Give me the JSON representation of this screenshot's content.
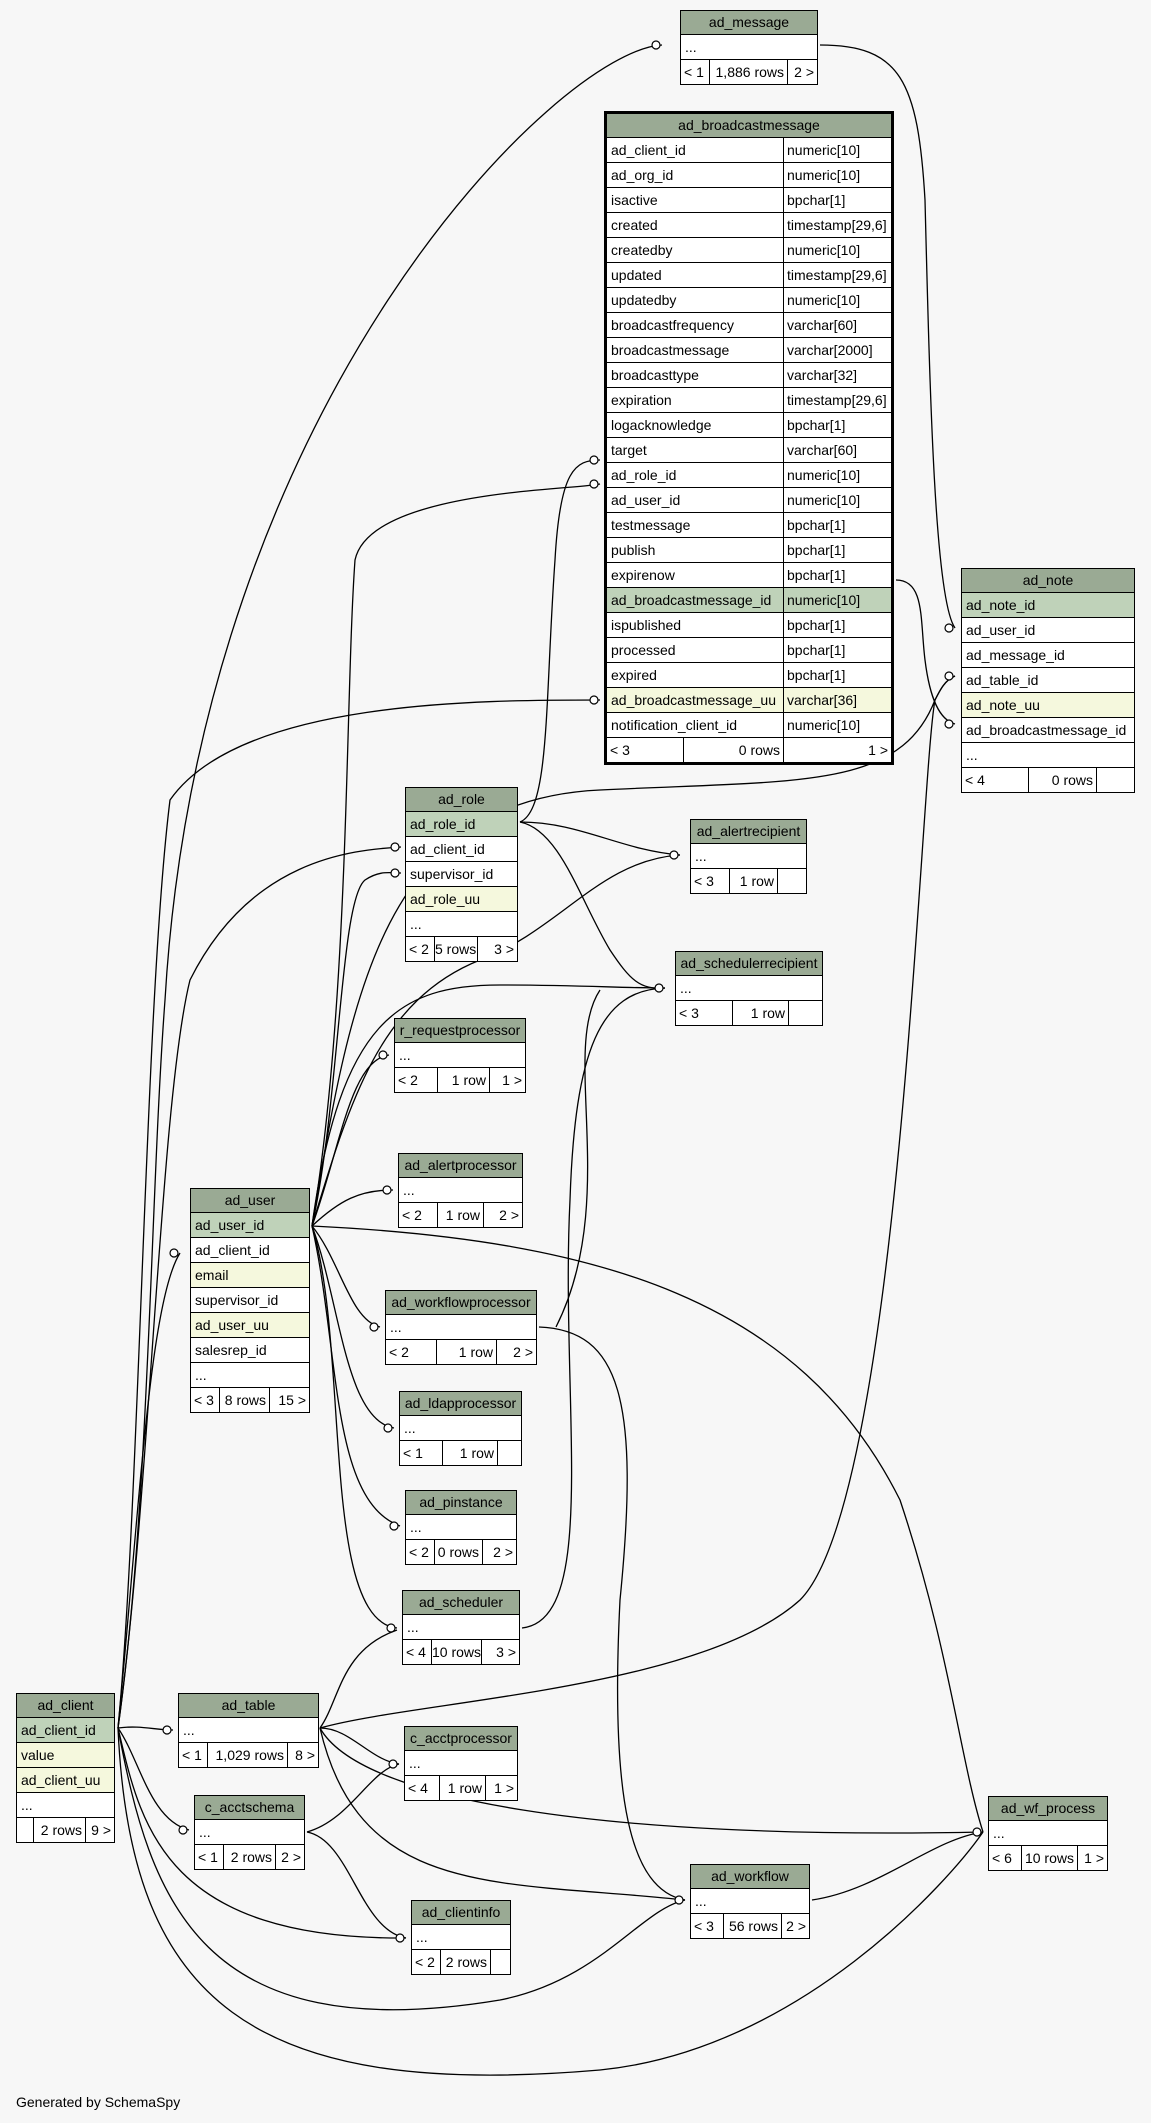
{
  "footer": "Generated by SchemaSpy",
  "colors": {
    "header": "#9aaa94",
    "primary_key": "#bfd2b9",
    "unique": "#f5f8dd",
    "background": "#f7f7f7"
  },
  "tables": {
    "ad_message": {
      "name": "ad_message",
      "rows": [
        {
          "col": "..."
        }
      ],
      "footer": [
        "< 1",
        "1,886 rows",
        "2 >"
      ]
    },
    "ad_broadcastmessage": {
      "name": "ad_broadcastmessage",
      "rows": [
        {
          "col": "ad_client_id",
          "type": "numeric[10]"
        },
        {
          "col": "ad_org_id",
          "type": "numeric[10]"
        },
        {
          "col": "isactive",
          "type": "bpchar[1]"
        },
        {
          "col": "created",
          "type": "timestamp[29,6]"
        },
        {
          "col": "createdby",
          "type": "numeric[10]"
        },
        {
          "col": "updated",
          "type": "timestamp[29,6]"
        },
        {
          "col": "updatedby",
          "type": "numeric[10]"
        },
        {
          "col": "broadcastfrequency",
          "type": "varchar[60]"
        },
        {
          "col": "broadcastmessage",
          "type": "varchar[2000]"
        },
        {
          "col": "broadcasttype",
          "type": "varchar[32]"
        },
        {
          "col": "expiration",
          "type": "timestamp[29,6]"
        },
        {
          "col": "logacknowledge",
          "type": "bpchar[1]"
        },
        {
          "col": "target",
          "type": "varchar[60]"
        },
        {
          "col": "ad_role_id",
          "type": "numeric[10]"
        },
        {
          "col": "ad_user_id",
          "type": "numeric[10]"
        },
        {
          "col": "testmessage",
          "type": "bpchar[1]"
        },
        {
          "col": "publish",
          "type": "bpchar[1]"
        },
        {
          "col": "expirenow",
          "type": "bpchar[1]"
        },
        {
          "col": "ad_broadcastmessage_id",
          "type": "numeric[10]"
        },
        {
          "col": "ispublished",
          "type": "bpchar[1]"
        },
        {
          "col": "processed",
          "type": "bpchar[1]"
        },
        {
          "col": "expired",
          "type": "bpchar[1]"
        },
        {
          "col": "ad_broadcastmessage_uu",
          "type": "varchar[36]"
        },
        {
          "col": "notification_client_id",
          "type": "numeric[10]"
        }
      ],
      "footer": [
        "< 3",
        "0 rows",
        "1 >"
      ]
    },
    "ad_note": {
      "name": "ad_note",
      "rows": [
        {
          "col": "ad_note_id"
        },
        {
          "col": "ad_user_id"
        },
        {
          "col": "ad_message_id"
        },
        {
          "col": "ad_table_id"
        },
        {
          "col": "ad_note_uu"
        },
        {
          "col": "ad_broadcastmessage_id"
        },
        {
          "col": "..."
        }
      ],
      "footer": [
        "< 4",
        "0 rows",
        ""
      ]
    },
    "ad_role": {
      "name": "ad_role",
      "rows": [
        {
          "col": "ad_role_id"
        },
        {
          "col": "ad_client_id"
        },
        {
          "col": "supervisor_id"
        },
        {
          "col": "ad_role_uu"
        },
        {
          "col": "..."
        }
      ],
      "footer": [
        "< 2",
        "5 rows",
        "3 >"
      ]
    },
    "ad_alertrecipient": {
      "name": "ad_alertrecipient",
      "rows": [
        {
          "col": "..."
        }
      ],
      "footer": [
        "< 3",
        "1 row",
        ""
      ]
    },
    "ad_schedulerrecipient": {
      "name": "ad_schedulerrecipient",
      "rows": [
        {
          "col": "..."
        }
      ],
      "footer": [
        "< 3",
        "1 row",
        ""
      ]
    },
    "r_requestprocessor": {
      "name": "r_requestprocessor",
      "rows": [
        {
          "col": "..."
        }
      ],
      "footer": [
        "< 2",
        "1 row",
        "1 >"
      ]
    },
    "ad_alertprocessor": {
      "name": "ad_alertprocessor",
      "rows": [
        {
          "col": "..."
        }
      ],
      "footer": [
        "< 2",
        "1 row",
        "2 >"
      ]
    },
    "ad_user": {
      "name": "ad_user",
      "rows": [
        {
          "col": "ad_user_id"
        },
        {
          "col": "ad_client_id"
        },
        {
          "col": "email"
        },
        {
          "col": "supervisor_id"
        },
        {
          "col": "ad_user_uu"
        },
        {
          "col": "salesrep_id"
        },
        {
          "col": "..."
        }
      ],
      "footer": [
        "< 3",
        "8 rows",
        "15 >"
      ]
    },
    "ad_workflowprocessor": {
      "name": "ad_workflowprocessor",
      "rows": [
        {
          "col": "..."
        }
      ],
      "footer": [
        "< 2",
        "1 row",
        "2 >"
      ]
    },
    "ad_ldapprocessor": {
      "name": "ad_ldapprocessor",
      "rows": [
        {
          "col": "..."
        }
      ],
      "footer": [
        "< 1",
        "1 row",
        ""
      ]
    },
    "ad_pinstance": {
      "name": "ad_pinstance",
      "rows": [
        {
          "col": "..."
        }
      ],
      "footer": [
        "< 2",
        "0 rows",
        "2 >"
      ]
    },
    "ad_scheduler": {
      "name": "ad_scheduler",
      "rows": [
        {
          "col": "..."
        }
      ],
      "footer": [
        "< 4",
        "10 rows",
        "3 >"
      ]
    },
    "ad_client": {
      "name": "ad_client",
      "rows": [
        {
          "col": "ad_client_id"
        },
        {
          "col": "value"
        },
        {
          "col": "ad_client_uu"
        },
        {
          "col": "..."
        }
      ],
      "footer": [
        "",
        "2 rows",
        "9 >"
      ]
    },
    "ad_table": {
      "name": "ad_table",
      "rows": [
        {
          "col": "..."
        }
      ],
      "footer": [
        "< 1",
        "1,029 rows",
        "8 >"
      ]
    },
    "c_acctprocessor": {
      "name": "c_acctprocessor",
      "rows": [
        {
          "col": "..."
        }
      ],
      "footer": [
        "< 4",
        "1 row",
        "1 >"
      ]
    },
    "c_acctschema": {
      "name": "c_acctschema",
      "rows": [
        {
          "col": "..."
        }
      ],
      "footer": [
        "< 1",
        "2 rows",
        "2 >"
      ]
    },
    "ad_wf_process": {
      "name": "ad_wf_process",
      "rows": [
        {
          "col": "..."
        }
      ],
      "footer": [
        "< 6",
        "10 rows",
        "1 >"
      ]
    },
    "ad_workflow": {
      "name": "ad_workflow",
      "rows": [
        {
          "col": "..."
        }
      ],
      "footer": [
        "< 3",
        "56 rows",
        "2 >"
      ]
    },
    "ad_clientinfo": {
      "name": "ad_clientinfo",
      "rows": [
        {
          "col": "..."
        }
      ],
      "footer": [
        "< 2",
        "2 rows",
        ""
      ]
    }
  },
  "relationships": [
    {
      "from": "ad_message.id",
      "to": "ad_note.ad_message_id"
    },
    {
      "from": "ad_client.ad_client_id",
      "to": "ad_message"
    },
    {
      "from": "ad_role.ad_role_id",
      "to": "ad_broadcastmessage.ad_role_id"
    },
    {
      "from": "ad_user.ad_user_id",
      "to": "ad_broadcastmessage.ad_user_id"
    },
    {
      "from": "ad_client.ad_client_id",
      "to": "ad_broadcastmessage.notification_client_id"
    },
    {
      "from": "ad_broadcastmessage.ad_broadcastmessage_id",
      "to": "ad_note.ad_broadcastmessage_id"
    },
    {
      "from": "ad_user.ad_user_id",
      "to": "ad_note.ad_user_id"
    },
    {
      "from": "ad_table",
      "to": "ad_note.ad_table_id"
    },
    {
      "from": "ad_client.ad_client_id",
      "to": "ad_role.ad_client_id"
    },
    {
      "from": "ad_user.ad_user_id",
      "to": "ad_role.supervisor_id"
    },
    {
      "from": "ad_role.ad_role_id",
      "to": "ad_alertrecipient"
    },
    {
      "from": "ad_user.ad_user_id",
      "to": "ad_alertrecipient"
    },
    {
      "from": "ad_role.ad_role_id",
      "to": "ad_schedulerrecipient"
    },
    {
      "from": "ad_user.ad_user_id",
      "to": "ad_schedulerrecipient"
    },
    {
      "from": "ad_user.ad_user_id",
      "to": "r_requestprocessor"
    },
    {
      "from": "ad_user.ad_user_id",
      "to": "ad_alertprocessor"
    },
    {
      "from": "ad_user.ad_user_id",
      "to": "ad_workflowprocessor"
    },
    {
      "from": "ad_user.ad_user_id",
      "to": "ad_ldapprocessor"
    },
    {
      "from": "ad_user.ad_user_id",
      "to": "ad_pinstance"
    },
    {
      "from": "ad_user.ad_user_id",
      "to": "ad_scheduler"
    },
    {
      "from": "ad_user.ad_user_id",
      "to": "ad_wf_process"
    },
    {
      "from": "ad_client.ad_client_id",
      "to": "ad_user.ad_client_id"
    },
    {
      "from": "ad_client.ad_client_id",
      "to": "ad_table"
    },
    {
      "from": "ad_client.ad_client_id",
      "to": "c_acctschema"
    },
    {
      "from": "ad_client.ad_client_id",
      "to": "ad_clientinfo"
    },
    {
      "from": "ad_client.ad_client_id",
      "to": "ad_workflow"
    },
    {
      "from": "ad_client.ad_client_id",
      "to": "ad_wf_process"
    },
    {
      "from": "ad_table",
      "to": "c_acctprocessor"
    },
    {
      "from": "ad_table",
      "to": "ad_scheduler"
    },
    {
      "from": "ad_table",
      "to": "ad_wf_process"
    },
    {
      "from": "ad_table",
      "to": "ad_workflow"
    },
    {
      "from": "c_acctschema",
      "to": "c_acctprocessor"
    },
    {
      "from": "c_acctschema",
      "to": "ad_clientinfo"
    },
    {
      "from": "ad_workflow",
      "to": "ad_wf_process"
    },
    {
      "from": "ad_workflowprocessor",
      "to": "ad_workflow"
    },
    {
      "from": "ad_scheduler",
      "to": "ad_schedulerrecipient"
    }
  ]
}
